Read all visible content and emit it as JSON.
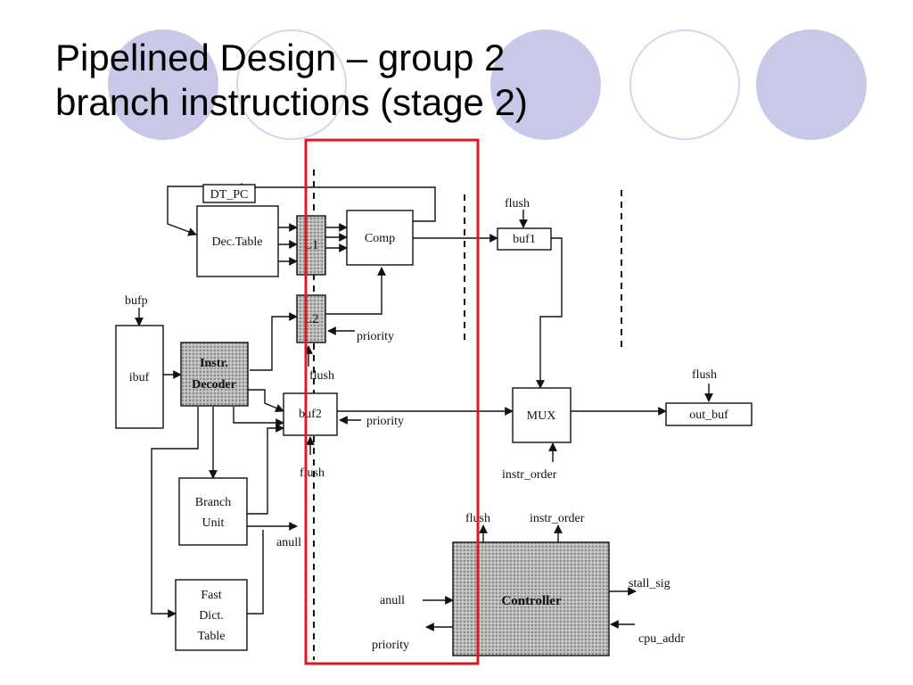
{
  "slide": {
    "title_line1": "Pipelined Design – group 2",
    "title_line2": "branch instructions (stage 2)"
  },
  "diagram": {
    "blocks": {
      "dt_pc": "DT_PC",
      "dec_table": "Dec.Table",
      "l1": "L1",
      "comp": "Comp",
      "l2": "L2",
      "ibuf": "ibuf",
      "decoder_line1": "Instr.",
      "decoder_line2": "Decoder",
      "buf2": "buf2",
      "buf1": "buf1",
      "mux": "MUX",
      "out_buf": "out_buf",
      "branch_line1": "Branch",
      "branch_line2": "Unit",
      "fast_line1": "Fast",
      "fast_line2": "Dict.",
      "fast_line3": "Table",
      "controller": "Controller"
    },
    "signals": {
      "flush_buf1": "flush",
      "bufp": "bufp",
      "priority_l2": "priority",
      "flush_l2": "flush",
      "priority_buf2": "priority",
      "flush_buf2": "flush",
      "flush_outbuf": "flush",
      "instr_order_mux": "instr_order",
      "anull_branch": "anull",
      "flush_ctrl": "flush",
      "instr_order_ctrl": "instr_order",
      "stall_sig": "stall_sig",
      "anull_ctrl": "anull",
      "cpu_addr": "cpu_addr",
      "priority_ctrl": "priority"
    },
    "highlight_color": "#e0171f",
    "decor_fill": "#c8c8e8",
    "decor_stroke": "#d6d6ec"
  }
}
